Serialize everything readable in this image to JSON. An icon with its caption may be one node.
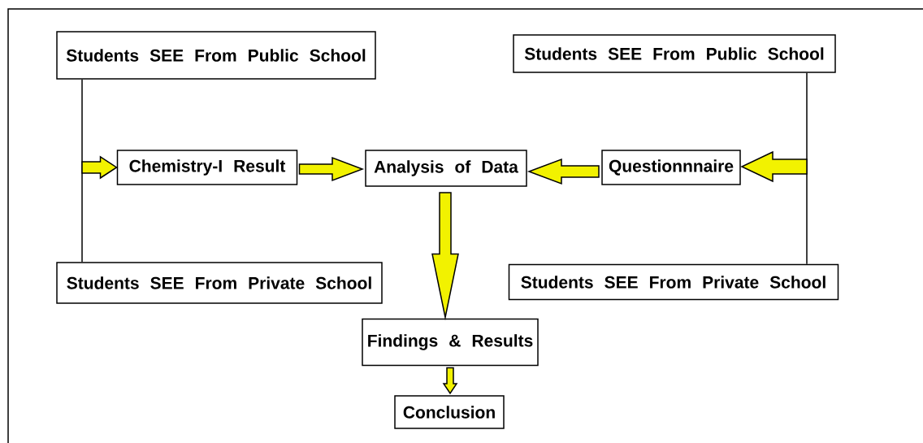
{
  "diagram": {
    "nodes": [
      {
        "text": [
          "Students SEE From Public School"
        ]
      },
      {
        "text": [
          "Students SEE From Private School"
        ]
      },
      {
        "text": [
          "Chemistry-I Result"
        ]
      },
      {
        "text": [
          "Analysis of Data"
        ]
      },
      {
        "text": [
          "Questionnnaire"
        ]
      },
      {
        "text": [
          "Students SEE From Public School"
        ]
      },
      {
        "text": [
          "Students SEE From Private School"
        ]
      },
      {
        "text": [
          "Findings & Results"
        ]
      },
      {
        "text": [
          "Conclusion"
        ]
      }
    ],
    "edges": [
      {
        "from": 0,
        "to": 1,
        "arrow": "none"
      },
      {
        "from": null,
        "to": 2,
        "arrow": "to"
      },
      {
        "from": 2,
        "to": 3,
        "arrow": "to"
      },
      {
        "from": 5,
        "to": 6,
        "arrow": "none"
      },
      {
        "from": null,
        "to": 4,
        "arrow": "to"
      },
      {
        "from": 4,
        "to": 3,
        "arrow": "to"
      },
      {
        "from": 3,
        "to": 7,
        "arrow": "to"
      },
      {
        "from": 7,
        "to": 8,
        "arrow": "to"
      }
    ]
  }
}
